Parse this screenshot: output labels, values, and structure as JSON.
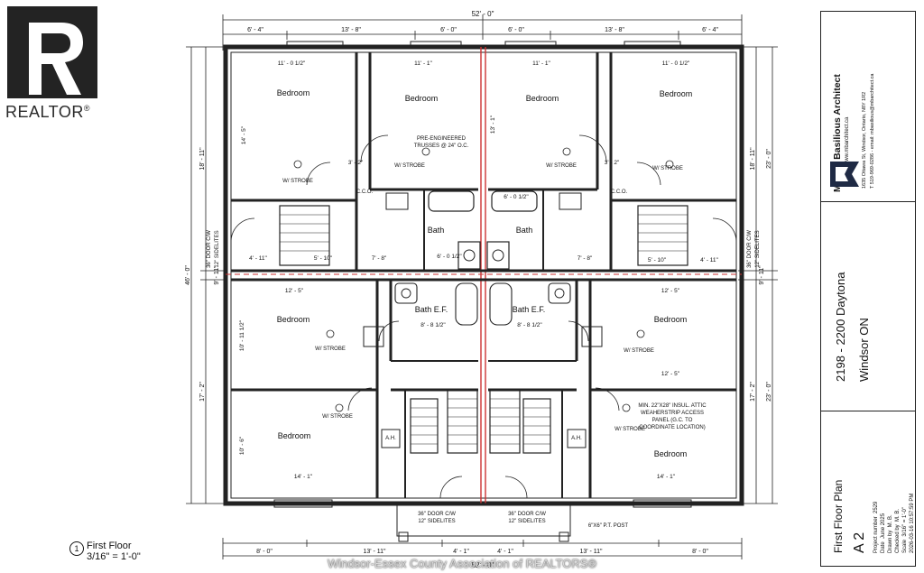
{
  "realtor_logo": {
    "text": "REALTOR",
    "mark": "®"
  },
  "watermark": "Windsor-Essex County Association of REALTORS®",
  "plan": {
    "top_total": "52' - 0\"",
    "bottom_total": "52' - 0\"",
    "top_dims": [
      "6' - 4\"",
      "13' - 8\"",
      "6' - 0\"",
      "6' - 0\"",
      "13' - 8\"",
      "6' - 4\""
    ],
    "bottom_dims": [
      "8' - 0\"",
      "13' - 11\"",
      "4' - 1\"",
      "4' - 1\"",
      "13' - 11\"",
      "8' - 0\""
    ],
    "left_total": "46' - 0\"",
    "left_dims": [
      "18' - 11\"",
      "9' - 11\"",
      "17' - 2\""
    ],
    "right_dims": [
      "18' - 11\"",
      "23' - 0\"",
      "9' - 11\"",
      "23' - 0\"",
      "17' - 2\""
    ],
    "rooms": [
      {
        "label": "Bedroom"
      },
      {
        "label": "Bedroom"
      },
      {
        "label": "Bedroom"
      },
      {
        "label": "Bedroom"
      },
      {
        "label": "Bedroom"
      },
      {
        "label": "Bedroom"
      },
      {
        "label": "Bedroom"
      },
      {
        "label": "Bedroom"
      }
    ],
    "baths": [
      "Bath",
      "Bath",
      "Bath E.F.",
      "Bath E.F."
    ],
    "strobe": "W/ STROBE",
    "trusses": [
      "PRE-ENGINEERED",
      "TRUSSES @ 24\" O.C."
    ],
    "attic_note": [
      "MIN. 22\"X28\" INSUL. ATTIC",
      "WEAHERSTRIP ACCESS",
      "PANEL (G.C. TO",
      "COORDINATE LOCATION)"
    ],
    "door_note": [
      "36\" DOOR C/W",
      "12\" SIDELITES"
    ],
    "post_note": "6\"X6\" P.T. POST",
    "room_dims": [
      "11' - 0 1/2\"",
      "11' - 1\"",
      "11' - 1\"",
      "11' - 0 1/2\"",
      "12' - 5\"",
      "12' - 5\"",
      "12' - 5\"",
      "14' - 1\"",
      "14' - 1\"",
      "14' - 5\"",
      "13' - 1\"",
      "10' - 11 1/2\"",
      "10' - 6\"",
      "8' - 8 1/2\"",
      "8' - 8 1/2\"",
      "6' - 0 1/2\"",
      "6' - 0 1/2\"",
      "3' - 2\"",
      "3' - 2\"",
      "7' - 8\"",
      "7' - 8\"",
      "4' - 11\"",
      "4' - 11\"",
      "5' - 10\"",
      "5' - 10\""
    ],
    "coat": "C.C.O.",
    "ah": "A.H."
  },
  "caption": {
    "number": "1",
    "title": "First Floor",
    "scale": "3/16\" = 1'-0\""
  },
  "title_block": {
    "architect": "Maged Basilious Architect",
    "website": "www.mbarchitect.ca",
    "address": "1635 Ottawa St, Windsor, Ontario, N8Y 1R2",
    "contact": "T 519-969-0286 - email: mbasilious@mbarchitect.ca",
    "project": "2198 - 2200 Daytona",
    "city": "Windsor ON",
    "sheet_title": "First Floor Plan",
    "sheet_number": "A 2",
    "fields": [
      {
        "label": "Project number",
        "value": "2529"
      },
      {
        "label": "Date",
        "value": "June 2025"
      },
      {
        "label": "Drawn by",
        "value": "M. B."
      },
      {
        "label": "Checked by",
        "value": "M. B."
      }
    ],
    "scale_label": "Scale",
    "scale_value": "3/16\" = 1'-0\"",
    "timestamp": "2026-03-16 10:57:59 PM"
  }
}
